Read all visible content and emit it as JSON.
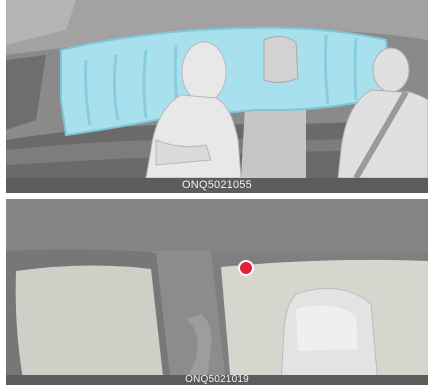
{
  "figures": [
    {
      "caption": "ONQ5021055",
      "subject": "curtain airbag deployed illustration"
    },
    {
      "caption": "ONQ5021019",
      "subject": "curtain airbag location indicator on roof pillar"
    }
  ],
  "colors": {
    "airbag": "#a9e0ee",
    "marker": "#e2213b",
    "caption_bg": "#5c5c5c"
  }
}
